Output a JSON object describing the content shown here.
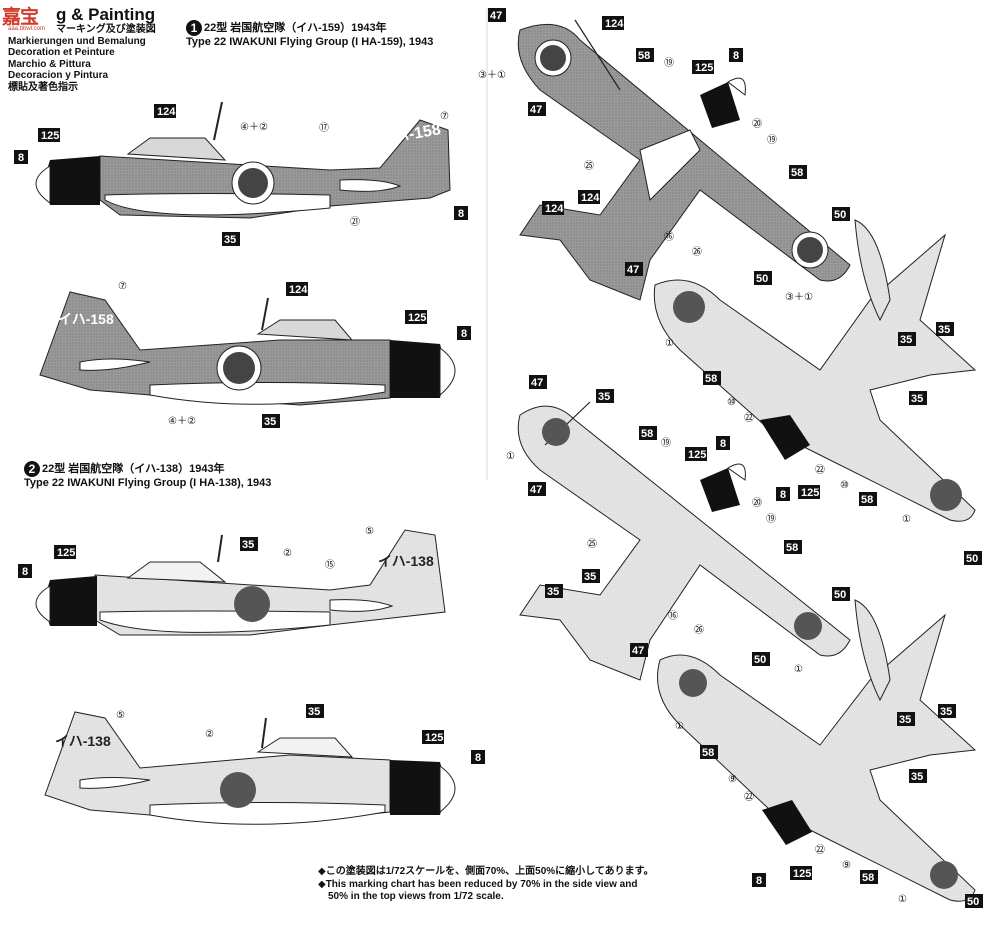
{
  "header": {
    "title": "g & Painting",
    "subtitle_jp": "マーキング及び塗装図",
    "languages": [
      "Markierungen und Bemalung",
      "Decoration et Peinture",
      "Marchio & Pittura",
      "Decoracion y Pintura",
      "標貼及著色指示"
    ]
  },
  "watermark": {
    "text": "嘉宝",
    "sub": "aaa.bbwl.com"
  },
  "schemes": [
    {
      "num": "1",
      "line1": "22型 岩国航空隊（イハ-159）1943年",
      "line2": "Type 22 IWAKUNI Flying Group (I HA-159), 1943"
    },
    {
      "num": "2",
      "line1": "22型 岩国航空隊（イハ-138）1943年",
      "line2": "Type 22 IWAKUNI Flying Group (I HA-138), 1943"
    }
  ],
  "tail_codes": {
    "s1": "イハ-158",
    "s2": "イハ-138"
  },
  "callouts": {
    "c124": "124",
    "c125": "125",
    "c8": "8",
    "c35": "35",
    "c58": "58",
    "c50": "50",
    "c47": "47",
    "c4p2": "④＋②",
    "c3p1": "③＋①",
    "c7": "⑦",
    "c17": "⑰",
    "c21": "㉑",
    "c5": "⑤",
    "c2": "②",
    "c15": "⑮",
    "c19": "⑲",
    "c20": "⑳",
    "c25": "㉕",
    "c16": "⑯",
    "c26": "㉖",
    "c1": "①",
    "c10": "⑩",
    "c22": "㉒",
    "c9": "⑨"
  },
  "footer_note": {
    "jp": "◆この塗装図は1/72スケールを、側面70%、上面50%に縮小してあります。",
    "en1": "◆This marking chart has been reduced by 70% in the side view and",
    "en2": "50% in the top views from 1/72 scale."
  }
}
